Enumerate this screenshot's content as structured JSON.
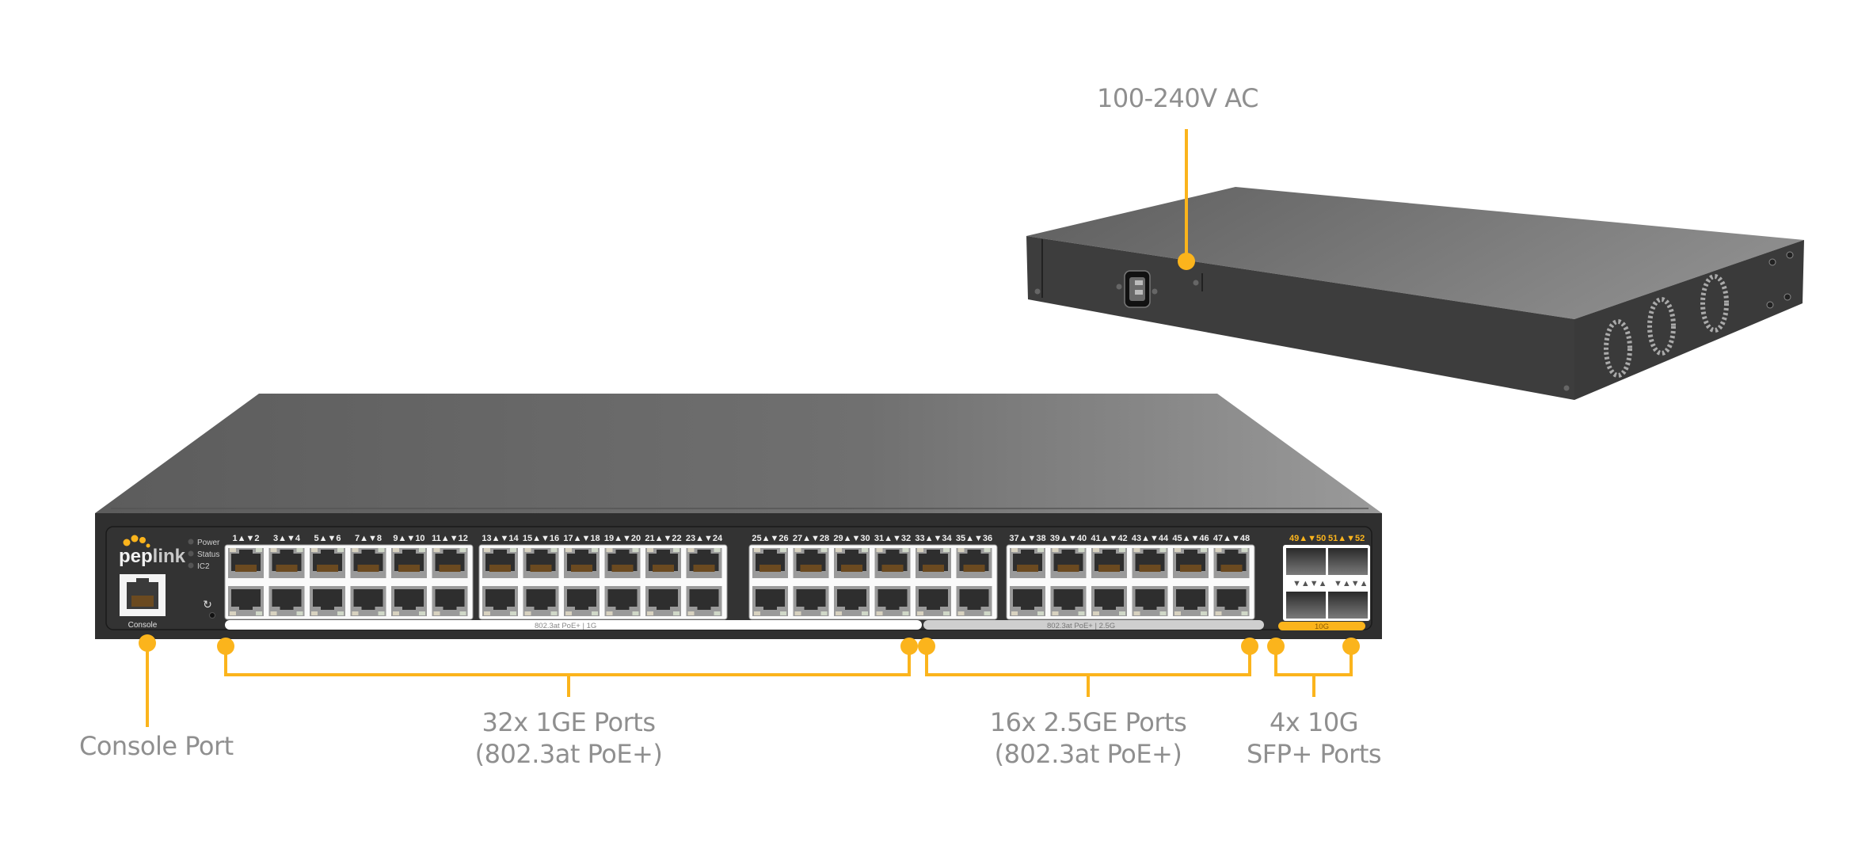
{
  "brand": {
    "logo_text_left": "pep",
    "logo_text_right": "link",
    "accent_color": "#fbb41c",
    "label_color": "#8f8f8f"
  },
  "front_panel": {
    "leds": [
      "Power",
      "Status",
      "IC2"
    ],
    "console_label": "Console",
    "reset_icon": "reset-icon",
    "port_pair_labels": [
      "1▲▼2",
      "3▲▼4",
      "5▲▼6",
      "7▲▼8",
      "9▲▼10",
      "11▲▼12",
      "13▲▼14",
      "15▲▼16",
      "17▲▼18",
      "19▲▼20",
      "21▲▼22",
      "23▲▼24",
      "25▲▼26",
      "27▲▼28",
      "29▲▼30",
      "31▲▼32",
      "33▲▼34",
      "35▲▼36",
      "37▲▼38",
      "39▲▼40",
      "41▲▼42",
      "43▲▼44",
      "45▲▼46",
      "47▲▼48"
    ],
    "sfp_pair_labels": [
      "49▲▼50",
      "51▲▼52"
    ],
    "band_1g": "802.3at PoE+   |   1G",
    "band_2_5g": "802.3at PoE+   |   2.5G",
    "band_10g": "10G",
    "sfp_arrows": "▼▲▼▲"
  },
  "callouts": {
    "power": "100-240V AC",
    "console": "Console Port",
    "ge1_line1": "32x 1GE Ports",
    "ge1_line2": "(802.3at PoE+)",
    "ge25_line1": "16x 2.5GE Ports",
    "ge25_line2": "(802.3at PoE+)",
    "sfp_line1": "4x 10G",
    "sfp_line2": "SFP+ Ports"
  },
  "port_groups": [
    {
      "name": "1GE",
      "count": 32,
      "poe": "802.3at PoE+"
    },
    {
      "name": "2.5GE",
      "count": 16,
      "poe": "802.3at PoE+"
    },
    {
      "name": "10G SFP+",
      "count": 4
    }
  ]
}
